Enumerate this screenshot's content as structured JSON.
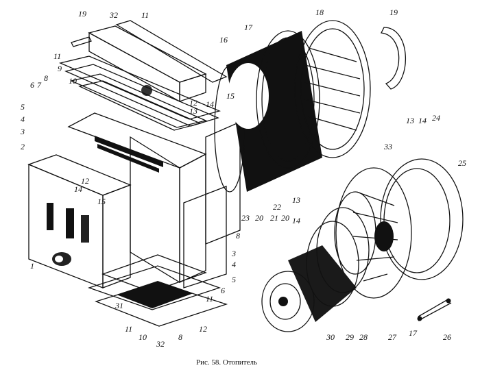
{
  "caption": "Рис. 58. Отопитель",
  "callouts": [
    "19",
    "32",
    "11",
    "11",
    "9",
    "8",
    "10",
    "6",
    "7",
    "5",
    "4",
    "3",
    "2",
    "12",
    "13",
    "14",
    "15",
    "16",
    "17",
    "18",
    "19",
    "13",
    "14",
    "24",
    "33",
    "25",
    "12",
    "14",
    "15",
    "23",
    "20",
    "21",
    "22",
    "20",
    "13",
    "14",
    "8",
    "11",
    "6",
    "3",
    "4",
    "5",
    "1",
    "31",
    "11",
    "10",
    "32",
    "8",
    "12",
    "30",
    "29",
    "28",
    "27",
    "17",
    "26"
  ]
}
